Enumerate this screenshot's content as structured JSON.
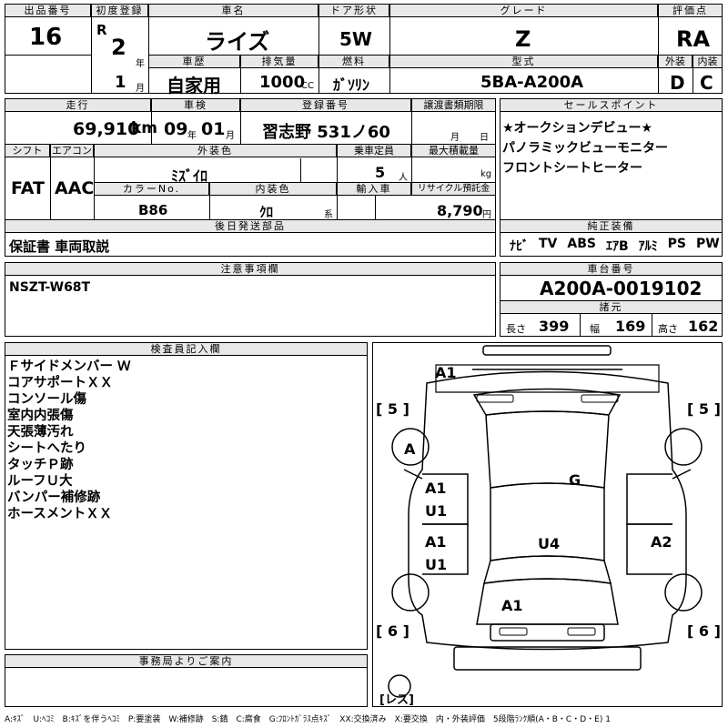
{
  "header": {
    "lot_label": "出品番号",
    "lot_value": "16",
    "first_reg_label": "初度登録",
    "era": "R",
    "year_value": "2",
    "year_unit": "年",
    "month_value": "1",
    "month_unit": "月",
    "car_name_label": "車名",
    "car_name": "ライズ",
    "door_label": "ドア形状",
    "door_value": "5W",
    "grade_label": "グレード",
    "grade_value": "Z",
    "score_label": "評価点",
    "score_value": "RA",
    "history_label": "車歴",
    "history_value": "自家用",
    "displacement_label": "排気量",
    "displacement_value": "1000",
    "displacement_unit": "CC",
    "fuel_label": "燃料",
    "fuel_value": "ｶﾞｿﾘﾝ",
    "model_label": "型式",
    "model_value": "5BA-A200A",
    "exterior_label": "外装",
    "exterior_value": "D",
    "interior_label": "内装",
    "interior_value": "C"
  },
  "details": {
    "mileage_label": "走行",
    "mileage_value": "69,910",
    "mileage_unit": "km",
    "inspection_label": "車検",
    "insp_year": "09",
    "insp_year_unit": "年",
    "insp_month": "01",
    "insp_month_unit": "月",
    "reg_no_label": "登録番号",
    "reg_no_value": "習志野 531ノ60",
    "transfer_label": "譲渡書類期限",
    "transfer_month_unit": "月",
    "transfer_day_unit": "日",
    "shift_label": "シフト",
    "shift_value": "FAT",
    "ac_label": "エアコン",
    "ac_value": "AAC",
    "ext_color_label": "外装色",
    "ext_color_value": "ﾐｽﾞｲﾛ",
    "capacity_label": "乗車定員",
    "capacity_value": "5",
    "capacity_unit": "人",
    "max_load_label": "最大積載量",
    "max_load_unit": "kg",
    "color_no_label": "カラーNo.",
    "color_no_value": "B86",
    "int_color_label": "内装色",
    "int_color_value": "ｸﾛ",
    "int_color_unit": "系",
    "import_label": "輸入車",
    "recycle_label": "リサイクル預託金",
    "recycle_value": "8,790",
    "recycle_unit": "円",
    "later_parts_label": "後日発送部品",
    "later_parts_value": "保証書 車両取説"
  },
  "sales_points": {
    "label": "セールスポイント",
    "items": [
      "★オークションデビュー★",
      "パノラミックビューモニター",
      "フロントシートヒーター"
    ]
  },
  "equipment": {
    "label": "純正装備",
    "items": [
      "ﾅﾋﾞ",
      "TV",
      "ABS",
      "ｴｱB",
      "ｱﾙﾐ",
      "PS",
      "PW"
    ]
  },
  "notes": {
    "label": "注意事項欄",
    "value": "NSZT-W68T"
  },
  "chassis": {
    "label": "車台番号",
    "value": "A200A-0019102"
  },
  "dimensions": {
    "label": "諸元",
    "length_label": "長さ",
    "length_value": "399",
    "width_label": "幅",
    "width_value": "169",
    "height_label": "高さ",
    "height_value": "162"
  },
  "inspector": {
    "label": "検査員記入欄",
    "remarks": [
      "Ｆサイドメンバー Ｗ",
      "コアサポートＸＸ",
      "コンソール傷",
      "室内内張傷",
      "天張薄汚れ",
      "シートへたり",
      "タッチＰ跡",
      "ルーフＵ大",
      "バンパー補修跡",
      "ホースメントＸＸ"
    ]
  },
  "diagram": {
    "marks": {
      "front_bumper": "A1",
      "front_left_tire": "A",
      "windshield": "G",
      "front_door_grade": "A1",
      "front_door_note": "U1",
      "rear_door_grade": "A1",
      "rear_door_note": "U1",
      "roof": "U4",
      "right_rear": "A2",
      "rear_bumper": "A1"
    },
    "tire_fl": "5",
    "tire_fr": "5",
    "tire_rl": "6",
    "tire_rr": "6",
    "spare": "レス"
  },
  "office": {
    "label": "事務局よりご案内"
  },
  "legend": "A:ｷｽﾞ　U:ﾍｺﾐ　B:ｷｽﾞを伴うﾍｺﾐ　P:要塗装　W:補修跡　S:錆　C:腐食　G:ﾌﾛﾝﾄｶﾞﾗｽ点ｷｽﾞ　XX:交換済み　X:要交換　内・外装評価　5段階ﾗﾝｸ順(A・B・C・D・E) 1"
}
